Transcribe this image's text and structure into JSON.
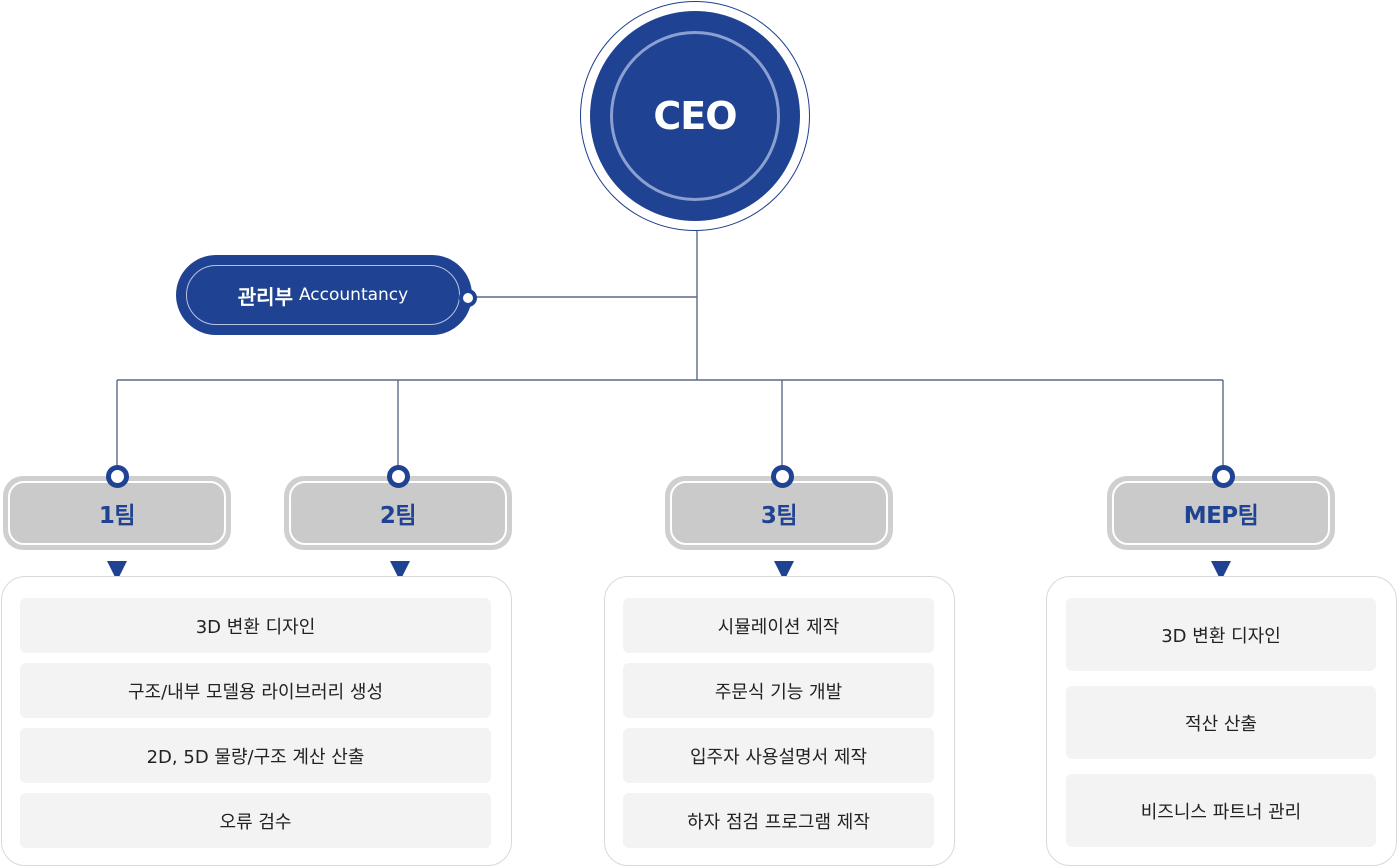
{
  "ceo": {
    "label": "CEO"
  },
  "accountancy": {
    "label_ko": "관리부",
    "label_en": "Accountancy"
  },
  "teams": [
    {
      "label": "1팀"
    },
    {
      "label": "2팀"
    },
    {
      "label": "3팀"
    },
    {
      "label": "MEP팀"
    }
  ],
  "panels": {
    "team12": {
      "tasks": [
        "3D 변환 디자인",
        "구조/내부 모델용 라이브러리 생성",
        "2D, 5D 물량/구조 계산 산출",
        "오류 검수"
      ]
    },
    "team3": {
      "tasks": [
        "시뮬레이션 제작",
        "주문식 기능 개발",
        "입주자 사용설명서 제작",
        "하자 점검 프로그램 제작"
      ]
    },
    "mep": {
      "tasks": [
        "3D 변환 디자인",
        "적산 산출",
        "비즈니스 파트너 관리"
      ]
    }
  },
  "colors": {
    "primary": "#1f4392",
    "team_box": "#cacaca",
    "task_bg": "#f3f3f3",
    "line": "#5a6a8a"
  }
}
